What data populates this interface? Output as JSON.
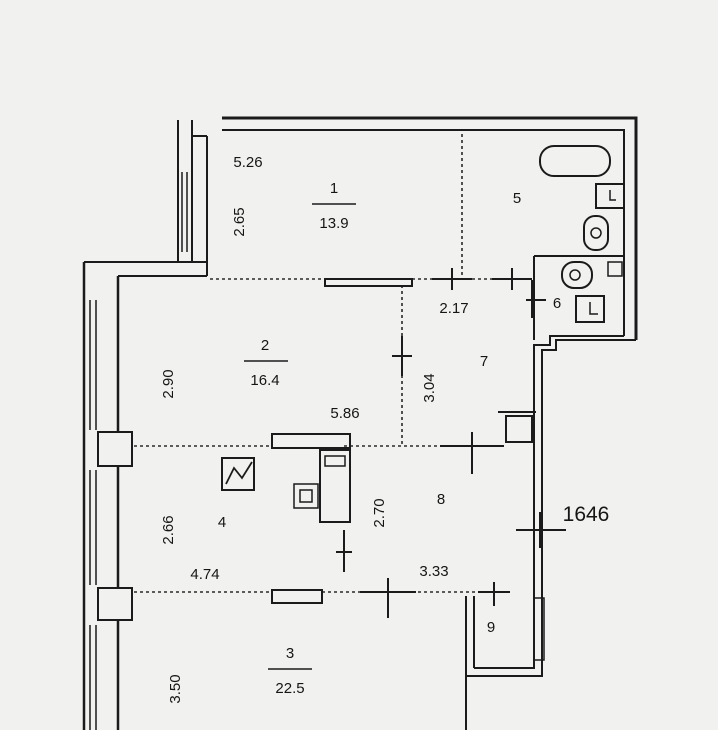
{
  "plan": {
    "rooms": [
      {
        "number": "1",
        "area": "13.9"
      },
      {
        "number": "2",
        "area": "16.4"
      },
      {
        "number": "3",
        "area": "22.5"
      },
      {
        "number": "4"
      },
      {
        "number": "5"
      },
      {
        "number": "6"
      },
      {
        "number": "7"
      },
      {
        "number": "8"
      },
      {
        "number": "9"
      }
    ],
    "dimensions": [
      "5.26",
      "2.65",
      "2.17",
      "2.90",
      "5.86",
      "3.04",
      "2.66",
      "2.70",
      "4.74",
      "3.33",
      "3.50"
    ],
    "code": "1646"
  }
}
